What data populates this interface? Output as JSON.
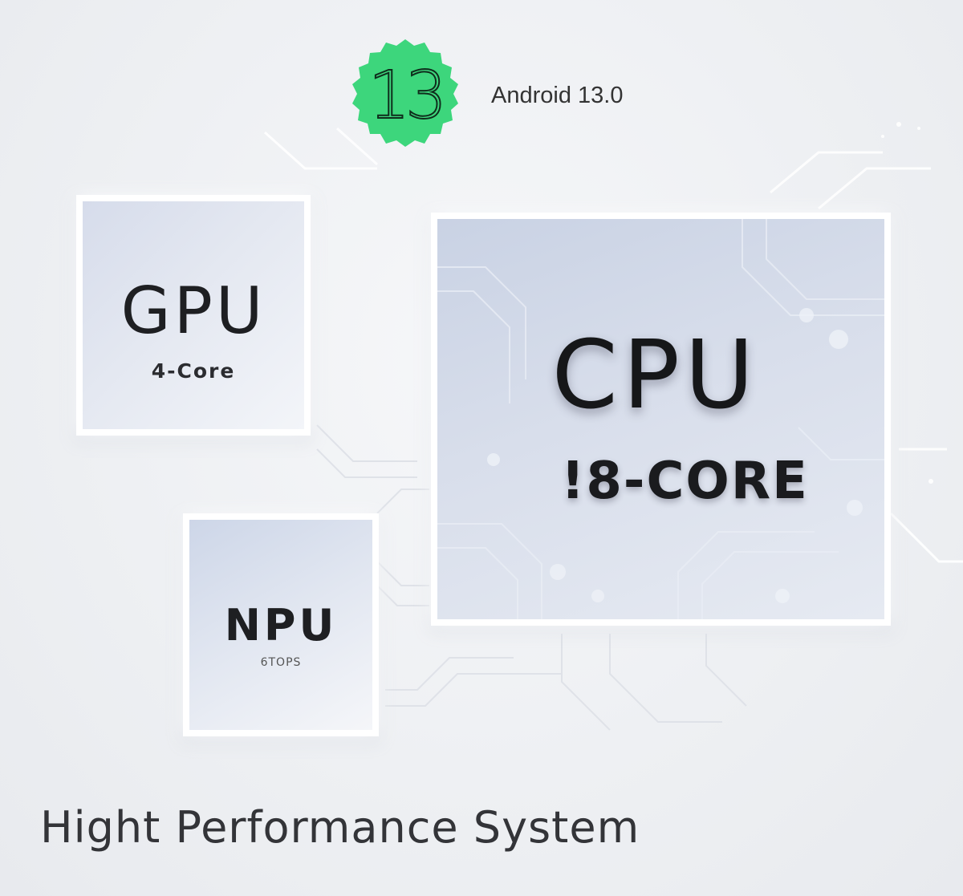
{
  "android": {
    "badge_number": "13",
    "label": "Android 13.0",
    "badge_color": "#3dd67c"
  },
  "chips": {
    "gpu": {
      "title": "GPU",
      "subtitle": "4-Core"
    },
    "npu": {
      "title": "NPU",
      "subtitle": "6TOPS"
    },
    "cpu": {
      "title": "CPU",
      "subtitle": "!8-CORE"
    }
  },
  "footer": {
    "title": "Hight Performance System"
  },
  "colors": {
    "background": "#eff0f3",
    "chip_border": "#ffffff",
    "text_dark": "#1e1f22"
  }
}
